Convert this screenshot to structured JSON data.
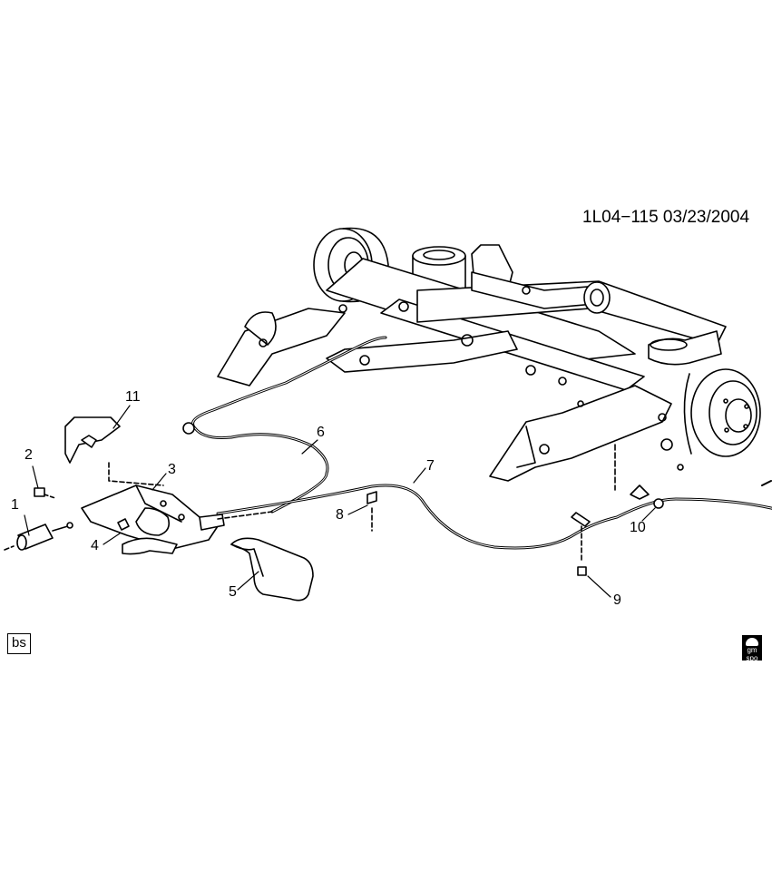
{
  "diagram": {
    "ref_code": "1L04−115  03/23/2004",
    "stamp_label": "bs",
    "logo_text": "gm spo",
    "callouts": [
      "1",
      "2",
      "3",
      "4",
      "5",
      "6",
      "7",
      "8",
      "9",
      "10",
      "11"
    ]
  },
  "colors": {
    "line": "#000000",
    "background": "#ffffff"
  }
}
